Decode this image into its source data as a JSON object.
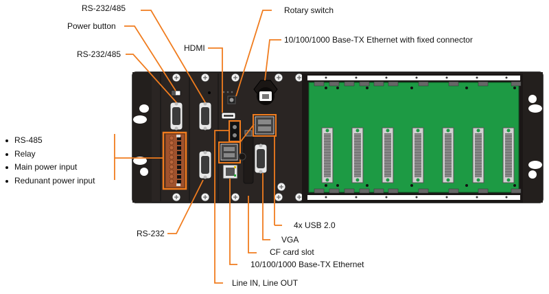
{
  "diagram": {
    "title": "Controller front panel with 7-slot I/O backplane",
    "accent_color": "#f07c1e",
    "chassis_color": "#2a2523",
    "board_color": "#1d9a44",
    "io_slot_count": 7,
    "callouts": {
      "rs232_485_top": "RS-232/485",
      "power_button": "Power button",
      "rs232_485_left": "RS-232/485",
      "hdmi": "HDMI",
      "rotary_switch": "Rotary switch",
      "eth_fixed": "10/100/1000 Base-TX Ethernet with fixed connector",
      "rs232": "RS-232",
      "usb": "4x USB 2.0",
      "vga": "VGA",
      "cf_card": "CF card slot",
      "ethernet": "10/100/1000 Base-TX Ethernet",
      "audio": "Line IN, Line OUT"
    },
    "terminal_block_items": [
      "RS-485",
      "Relay",
      "Main power input",
      "Redunant power input"
    ]
  }
}
